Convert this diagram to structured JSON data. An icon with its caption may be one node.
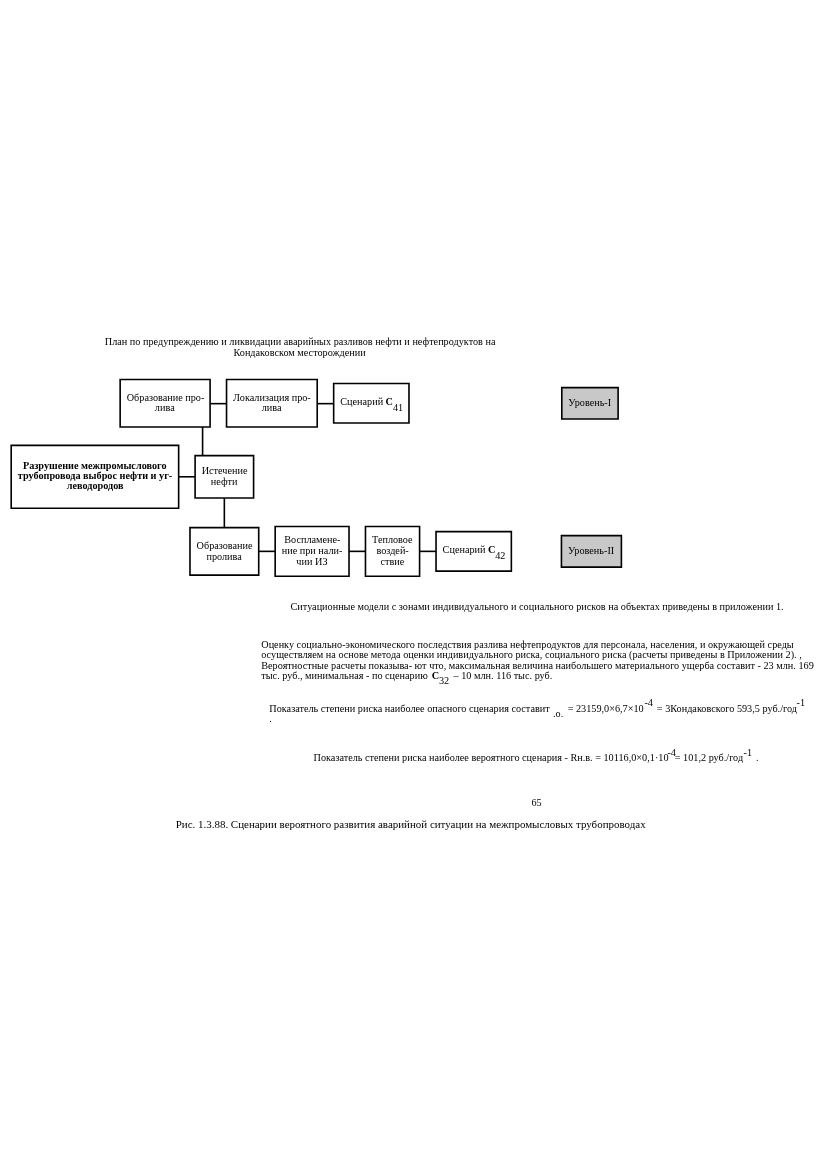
{
  "diagram": {
    "caption": "Рис. 1.3.88. Сценарии вероятного развития аварийной ситуации на межпромысловых трубопроводах",
    "nodes": [
      {
        "text": [
          "Разрушение межпромыслового трубопровода выброс нефти и уг- леводородов"
        ]
      },
      {
        "text": [
          "Истечение нефти"
        ]
      },
      {
        "text": [
          "Образование про- лива"
        ]
      },
      {
        "text": [
          "Локализация про- лива"
        ]
      },
      {
        "text": [
          "Сценарий **C**$_{41}$"
        ]
      },
      {
        "text": [
          "Уровень-I"
        ]
      },
      {
        "text": [
          "Образование пролива"
        ]
      },
      {
        "text": [
          "Воспламене- ние при нали- чии ИЗ"
        ]
      },
      {
        "text": [
          "Тепловое воздей- ствие"
        ]
      },
      {
        "text": [
          "Сценарий **C**$_{42}$"
        ]
      },
      {
        "text": [
          "Уровень-II"
        ]
      }
    ],
    "edges": [
      {
        "from": 0,
        "to": 1,
        "arrow": "none"
      },
      {
        "from": 1,
        "to": 2,
        "arrow": "none"
      },
      {
        "from": 1,
        "to": 6,
        "arrow": "none"
      },
      {
        "from": 2,
        "to": 3,
        "arrow": "none"
      },
      {
        "from": 3,
        "to": 4,
        "arrow": "none"
      },
      {
        "from": 6,
        "to": 7,
        "arrow": "none"
      },
      {
        "from": 7,
        "to": 8,
        "arrow": "none"
      },
      {
        "from": 8,
        "to": 9,
        "arrow": "none"
      }
    ],
    "labels": [
      "План по предупреждению и ликвидации аварийных разливов нефти и нефтепродуктов на Кондаковском месторождении",
      "Ситуационные модели с зонами индивидуального и социального рисков на объектах приведены в приложении 1.",
      "Оценку социально-экономического последствия разлива нефтепродуктов для персонала, населения, и окружающей среды осуществляем на основе метода оценки индивидуального риска, социального риска (расчеты приведены в Приложении 2). , Вероятностные расчеты показыва- ют что, максимальная величина наибольшего материального ущерба составит - 23 млн. 169 тыс. руб., минимальная - по сценарию **C**$_{32}$ – 10 млн. 116 тыс. руб.",
      "Показатель степени риска наиболее опасного сценария составит $_{.о.}$ = 23159,0×6,7×10$^{-4}$ = 3Кондаковского 593,5 руб./год$^{-1}$ .",
      "Показатель степени риска наиболее вероятного сценария - Rн.в. = 10116,0×0,1·10$^{-4}$= 101,2 руб./год$^{-1}$ .",
      "65"
    ]
  }
}
